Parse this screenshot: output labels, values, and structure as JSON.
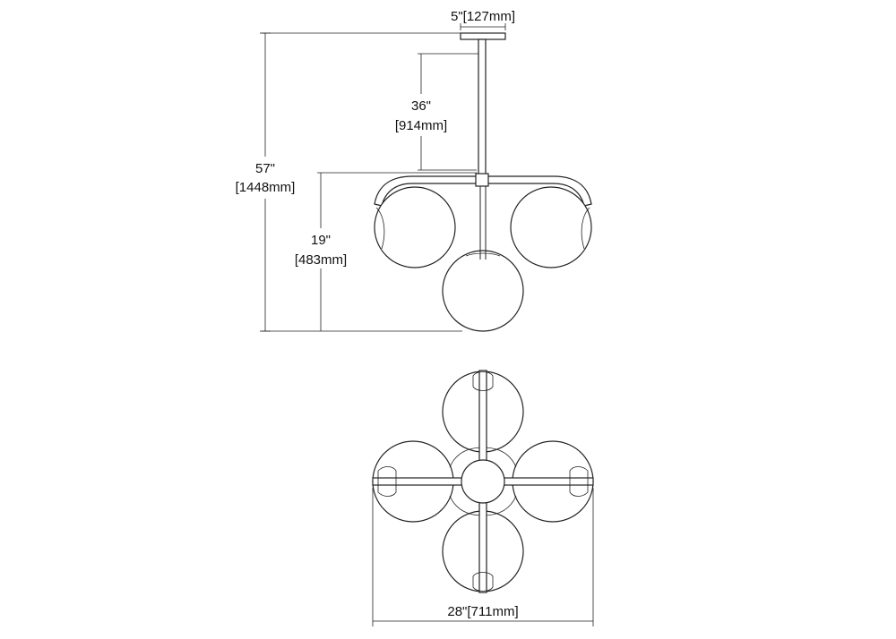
{
  "dimensions": {
    "canopy_width": "5\"[127mm]",
    "stem_length_in": "36\"",
    "stem_length_mm": "[914mm]",
    "overall_height_in": "57\"",
    "overall_height_mm": "[1448mm]",
    "fixture_height_in": "19\"",
    "fixture_height_mm": "[483mm]",
    "overall_width": "28\"[711mm]"
  }
}
